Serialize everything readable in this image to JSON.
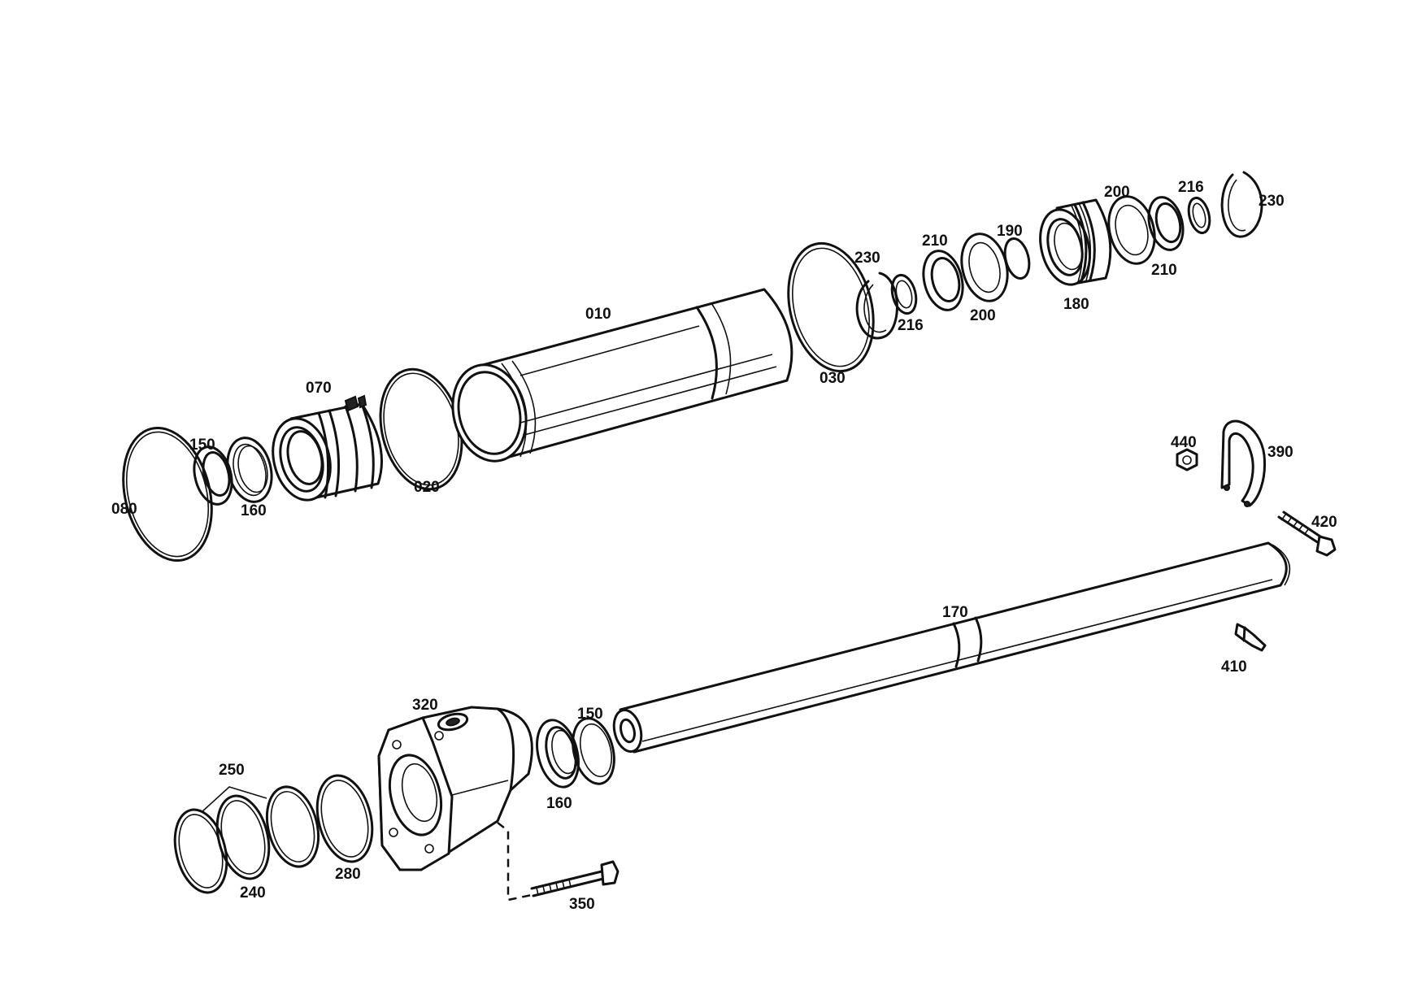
{
  "labels": {
    "p010": "010",
    "p020": "020",
    "p030": "030",
    "p070": "070",
    "p080": "080",
    "p150a": "150",
    "p160a": "160",
    "p150b": "150",
    "p160b": "160",
    "p170": "170",
    "p180": "180",
    "p190": "190",
    "p200a": "200",
    "p200b": "200",
    "p210a": "210",
    "p210b": "210",
    "p216a": "216",
    "p216b": "216",
    "p230a": "230",
    "p230b": "230",
    "p240": "240",
    "p250": "250",
    "p280": "280",
    "p320": "320",
    "p350": "350",
    "p390": "390",
    "p410": "410",
    "p420": "420",
    "p440": "440"
  }
}
